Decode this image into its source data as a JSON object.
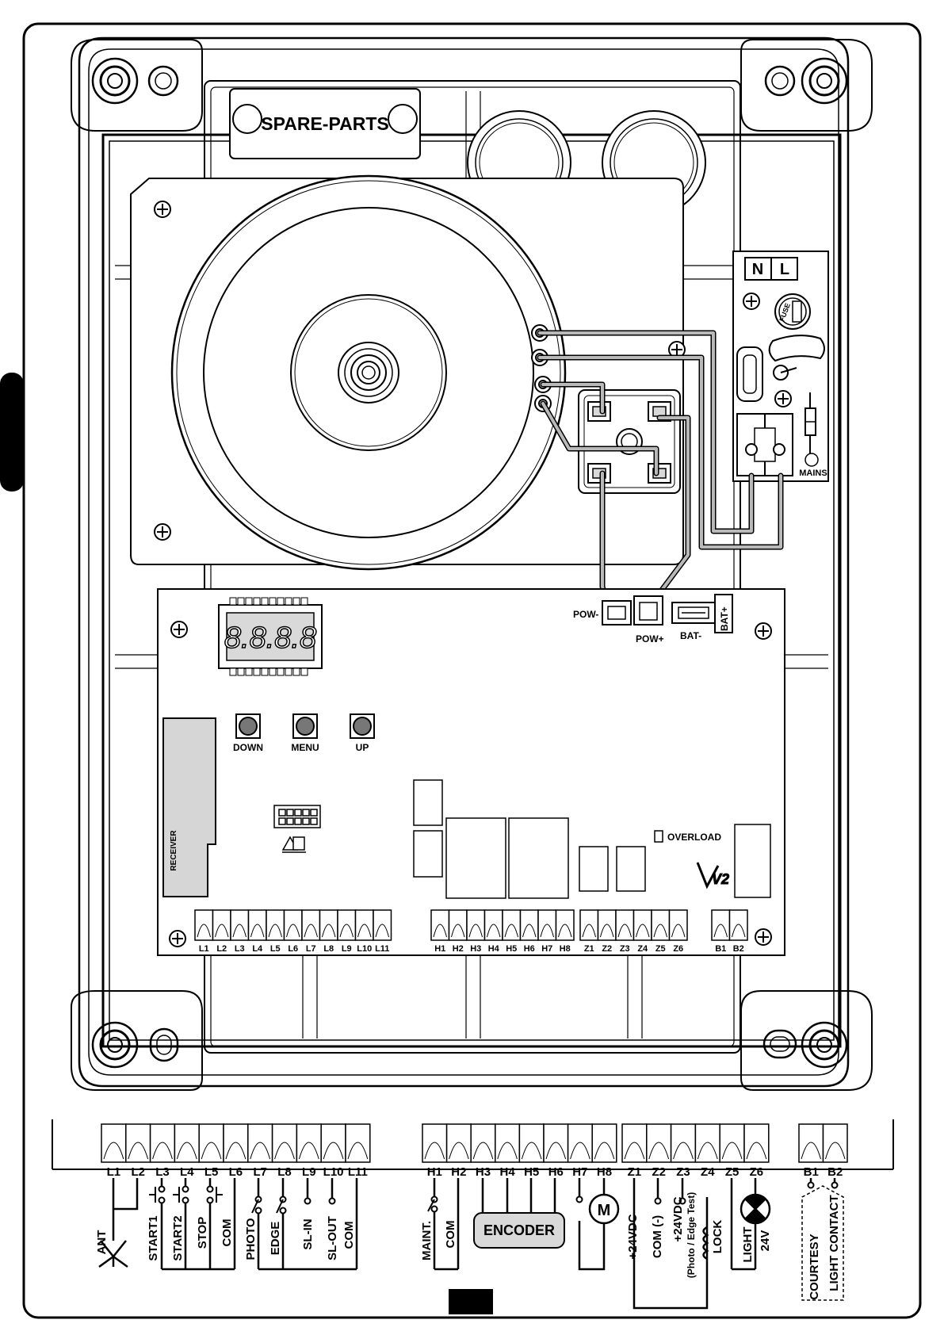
{
  "labels": {
    "spare_parts": "SPARE-PARTS",
    "N": "N",
    "L": "L",
    "fuse": "FUSE",
    "mains": "MAINS",
    "pow_minus": "POW-",
    "pow_plus": "POW+",
    "bat_minus": "BAT-",
    "bat_plus": "BAT+",
    "display": "8.8.8.8",
    "down": "DOWN",
    "menu": "MENU",
    "up": "UP",
    "receiver": "RECEIVER",
    "overload": "OVERLOAD",
    "logo": "V2"
  },
  "board_terminals": {
    "L": [
      "L1",
      "L2",
      "L3",
      "L4",
      "L5",
      "L6",
      "L7",
      "L8",
      "L9",
      "L10",
      "L11"
    ],
    "H": [
      "H1",
      "H2",
      "H3",
      "H4",
      "H5",
      "H6",
      "H7",
      "H8"
    ],
    "Z": [
      "Z1",
      "Z2",
      "Z3",
      "Z4",
      "Z5",
      "Z6"
    ],
    "B": [
      "B1",
      "B2"
    ]
  },
  "wiring": {
    "terminals": {
      "L": [
        "L1",
        "L2",
        "L3",
        "L4",
        "L5",
        "L6",
        "L7",
        "L8",
        "L9",
        "L10",
        "L11"
      ],
      "H": [
        "H1",
        "H2",
        "H3",
        "H4",
        "H5",
        "H6",
        "H7",
        "H8"
      ],
      "Z": [
        "Z1",
        "Z2",
        "Z3",
        "Z4",
        "Z5",
        "Z6"
      ],
      "B": [
        "B1",
        "B2"
      ]
    },
    "devices": {
      "ant": "ANT",
      "start1": "START1",
      "start2": "START2",
      "stop": "STOP",
      "com1": "COM",
      "photo": "PHOTO",
      "edge": "EDGE",
      "sl_in": "SL-IN",
      "sl_out": "SL-OUT",
      "com2": "COM",
      "maint": "MAINT.",
      "com3": "COM",
      "encoder": "ENCODER",
      "motor": "M",
      "v24": "+24VDC",
      "com_neg": "COM (-)",
      "v24_test": "+24VDC",
      "photo_edge_test": "(Photo / Edge Test)",
      "lock": "LOCK",
      "light": "LIGHT",
      "v24_light": "24V",
      "courtesy": "COURTESY",
      "light_contact": "LIGHT CONTACT"
    }
  }
}
